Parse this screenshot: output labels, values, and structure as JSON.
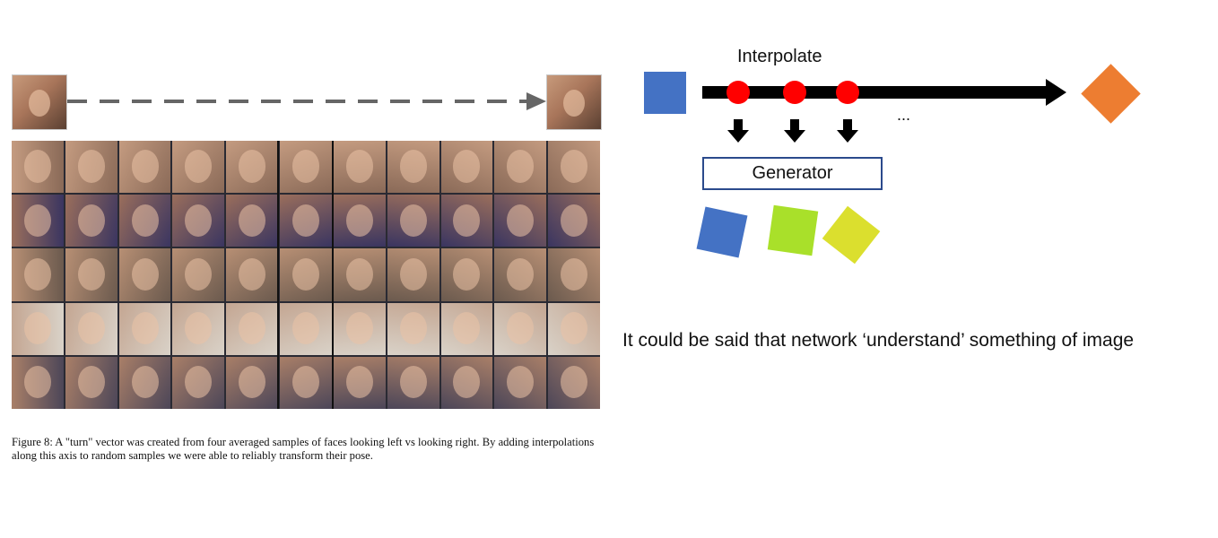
{
  "left_figure": {
    "caption": "Figure 8: A \"turn\" vector was created from four averaged samples of faces looking left vs looking right. By adding interpolations along this axis to random samples we were able to reliably transform their pose."
  },
  "diagram": {
    "interpolate_label": "Interpolate",
    "generator_label": "Generator",
    "ellipsis": "...",
    "colors": {
      "start_square": "#4472c4",
      "end_diamond": "#ed7d31",
      "point": "#ff0000",
      "output_blue": "#4472c4",
      "output_green": "#a9e02a",
      "output_yellow": "#dbdf2e"
    }
  },
  "statement": "It could be said that network ‘understand’ something of image"
}
